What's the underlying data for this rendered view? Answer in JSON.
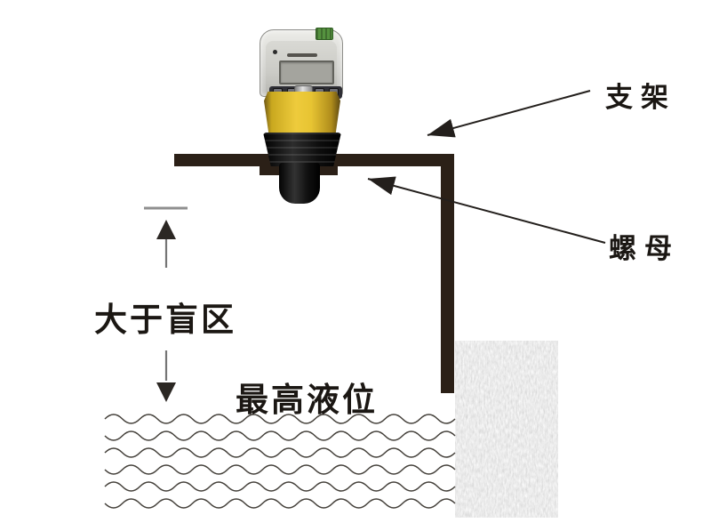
{
  "labels": {
    "bracket": "支架",
    "nut": "螺母",
    "blind_zone": "大于盲区",
    "max_level": "最高液位"
  },
  "colors": {
    "bracket": "#2b2017",
    "sensor-yellow": "#e7c432",
    "sensor-dark": "#141414",
    "terminal-green": "#55923f",
    "arrow": "#231f1c",
    "gray-arrow": "#757575",
    "wave": "#44403a",
    "text": "#1b1713",
    "wall-gray": "#c9c9c9"
  },
  "waves": {
    "count": 6
  }
}
